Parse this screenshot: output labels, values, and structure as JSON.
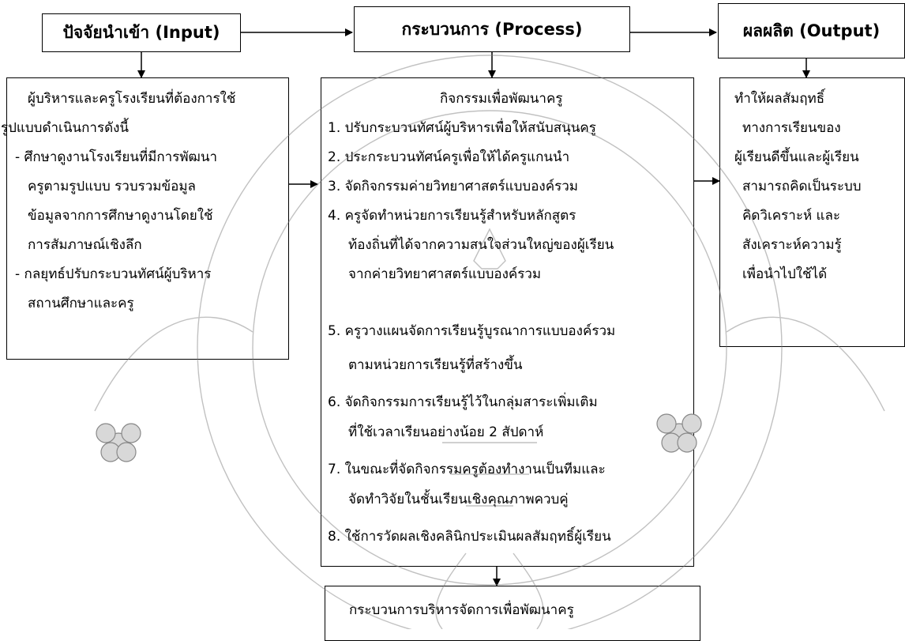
{
  "input": {
    "header": "ปัจจัยนำเข้า (Input)",
    "lines": [
      "ผู้บริหารและครูโรงเรียนที่ต้องการใช้",
      "รูปแบบดำเนินการดังนี้",
      "- ศึกษาดูงานโรงเรียนที่มีการพัฒนา",
      "ครูตามรูปแบบ รวบรวมข้อมูล",
      "ข้อมูลจากการศึกษาดูงานโดยใช้",
      "การสัมภาษณ์เชิงลึก",
      "- กลยุทธ์ปรับกระบวนทัศน์ผู้บริหาร",
      "สถานศึกษาและครู"
    ]
  },
  "process": {
    "header": "กระบวนการ (Process)",
    "lines": [
      "กิจกรรมเพื่อพัฒนาครู",
      "1. ปรับกระบวนทัศน์ผู้บริหารเพื่อให้สนับสนุนครู",
      "2. ประกระบวนทัศน์ครูเพื่อให้ได้ครูแกนนำ",
      "3. จัดกิจกรรมค่ายวิทยาศาสตร์แบบองค์รวม",
      "4. ครูจัดทำหน่วยการเรียนรู้สำหรับหลักสูตร",
      "ท้องถิ่นที่ได้จากความสนใจส่วนใหญ่ของผู้เรียน",
      "จากค่ายวิทยาศาสตร์แบบองค์รวม",
      "5. ครูวางแผนจัดการเรียนรู้บูรณาการแบบองค์รวม",
      "ตามหน่วยการเรียนรู้ที่สร้างขึ้น",
      "6. จัดกิจกรรมการเรียนรู้ไว้ในกลุ่มสาระเพิ่มเติม",
      "ที่ใช้เวลาเรียนอย่างน้อย 2 สัปดาห์",
      "7. ในขณะที่จัดกิจกรรมครูต้องทำงานเป็นทีมและ",
      "จัดทำวิจัยในชั้นเรียนเชิงคุณภาพควบคู่",
      "8. ใช้การวัดผลเชิงคลินิกประเมินผลสัมฤทธิ์ผู้เรียน"
    ]
  },
  "output": {
    "header": "ผลผลิต (Output)",
    "lines": [
      "ทำให้ผลสัมฤทธิ์",
      "ทางการเรียนของ",
      "ผู้เรียนดีขึ้นและผู้เรียน",
      "สามารถคิดเป็นระบบ",
      "คิดวิเคราะห์ และ",
      "สังเคราะห์ความรู้",
      "เพื่อนำไปใช้ได้"
    ]
  },
  "management": {
    "text": "กระบวนการบริหารจัดการเพื่อพัฒนาครู"
  },
  "colors": {
    "line": "#000000",
    "watermark": "#bbbbbb"
  }
}
